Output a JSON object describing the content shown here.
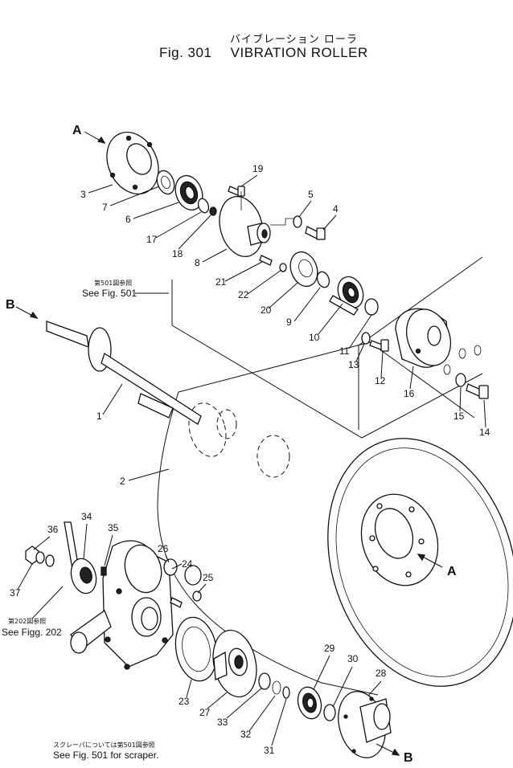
{
  "title": {
    "japanese": "バイブレーション ローラ",
    "fig": "Fig. 301",
    "name": "VIBRATION ROLLER"
  },
  "refs": {
    "a_top": "A",
    "a_right": "A",
    "b_left": "B",
    "b_bottom": "B"
  },
  "notes": {
    "fig501_jp": "第501図参照",
    "fig501_en": "See Fig. 501",
    "fig202_jp": "第202図参照",
    "fig202_en": "See Figg. 202",
    "scraper_jp": "スクレーパについては第501図参照",
    "scraper_en": "See Fig. 501 for scraper."
  },
  "labels": {
    "n1": "1",
    "n2": "2",
    "n3": "3",
    "n4": "4",
    "n5": "5",
    "n6": "6",
    "n7": "7",
    "n8": "8",
    "n9": "9",
    "n10": "10",
    "n11": "11",
    "n12": "12",
    "n13": "13",
    "n14": "14",
    "n15": "15",
    "n16": "16",
    "n17": "17",
    "n18": "18",
    "n19": "19",
    "n20": "20",
    "n21": "21",
    "n22": "22",
    "n23": "23",
    "n24": "24",
    "n25": "25",
    "n26": "26",
    "n27": "27",
    "n28": "28",
    "n29": "29",
    "n30": "30",
    "n31": "31",
    "n32": "32",
    "n33": "33",
    "n34": "34",
    "n35": "35",
    "n36": "36",
    "n37": "37"
  }
}
